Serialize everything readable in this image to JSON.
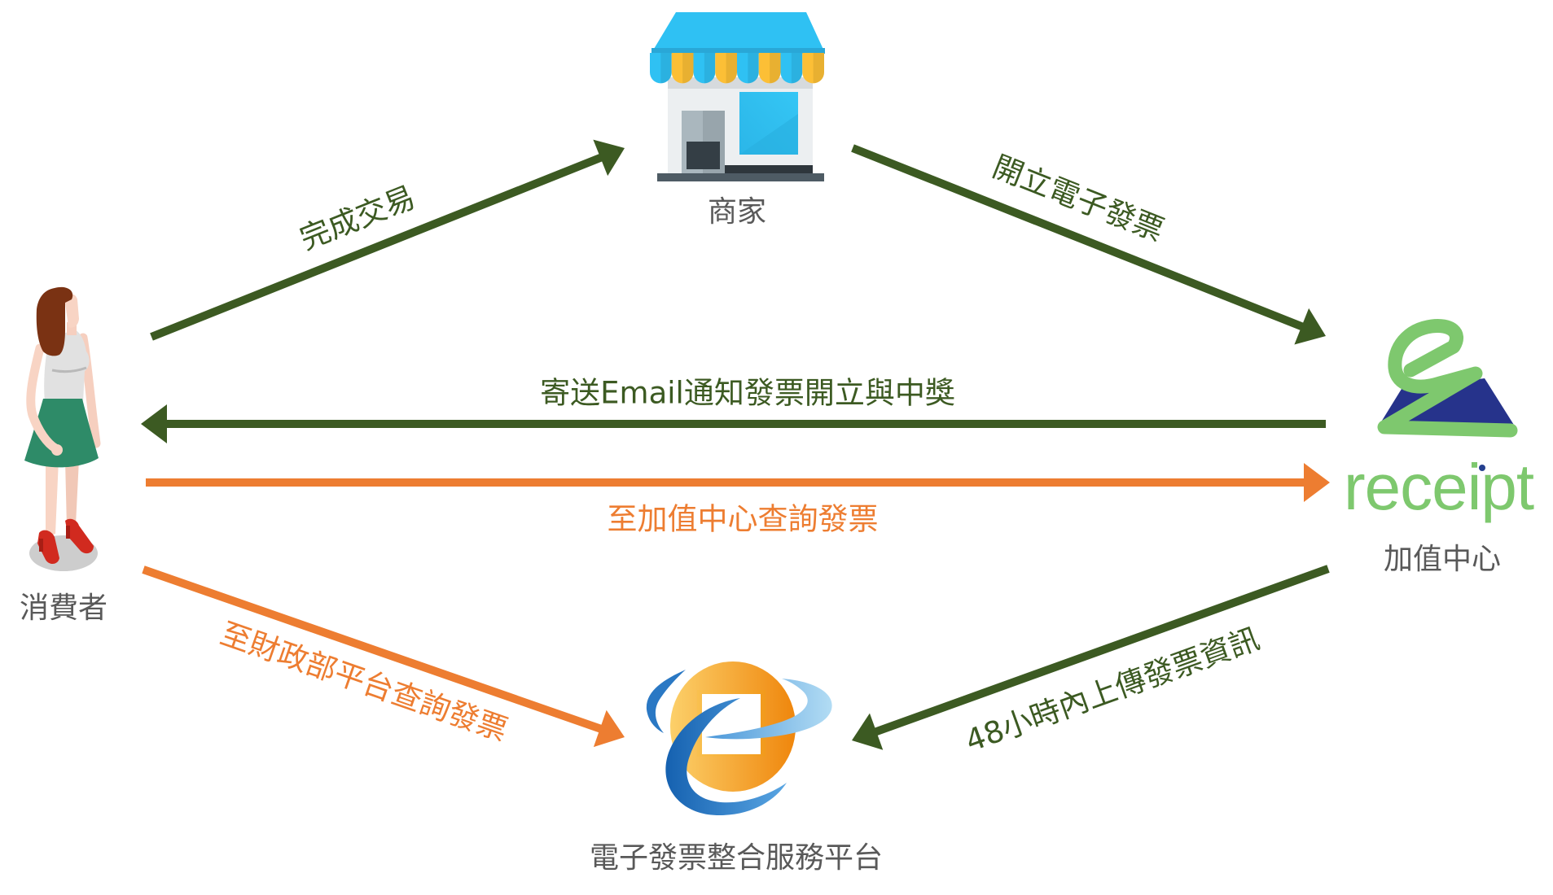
{
  "nodes": {
    "consumer": {
      "label": "消費者",
      "icon": "woman-figure-icon"
    },
    "merchant": {
      "label": "商家",
      "icon": "store-icon"
    },
    "value_added_center": {
      "label": "加值中心",
      "icon": "ereceipt-logo",
      "logo_text": "receipt"
    },
    "platform": {
      "label": "電子發票整合服務平台",
      "icon": "einvoice-platform-logo"
    }
  },
  "edges": [
    {
      "from": "consumer",
      "to": "merchant",
      "label": "完成交易",
      "color": "#3c5a22"
    },
    {
      "from": "merchant",
      "to": "value_added_center",
      "label": "開立電子發票",
      "color": "#3c5a22"
    },
    {
      "from": "value_added_center",
      "to": "consumer",
      "label": "寄送Email通知發票開立與中獎",
      "color": "#3c5a22"
    },
    {
      "from": "consumer",
      "to": "value_added_center",
      "label": "至加值中心查詢發票",
      "color": "#ed7d31"
    },
    {
      "from": "consumer",
      "to": "platform",
      "label": "至財政部平台查詢發票",
      "color": "#ed7d31"
    },
    {
      "from": "value_added_center",
      "to": "platform",
      "label": "48小時內上傳發票資訊",
      "color": "#3c5a22"
    }
  ],
  "colors": {
    "flow_green": "#3c5a22",
    "query_orange": "#ed7d31",
    "node_label": "#595959",
    "ereceipt_green": "#7ec86e",
    "ereceipt_navy": "#26338b",
    "store_blue": "#2fc1f3",
    "store_yellow": "#fcbf36"
  }
}
